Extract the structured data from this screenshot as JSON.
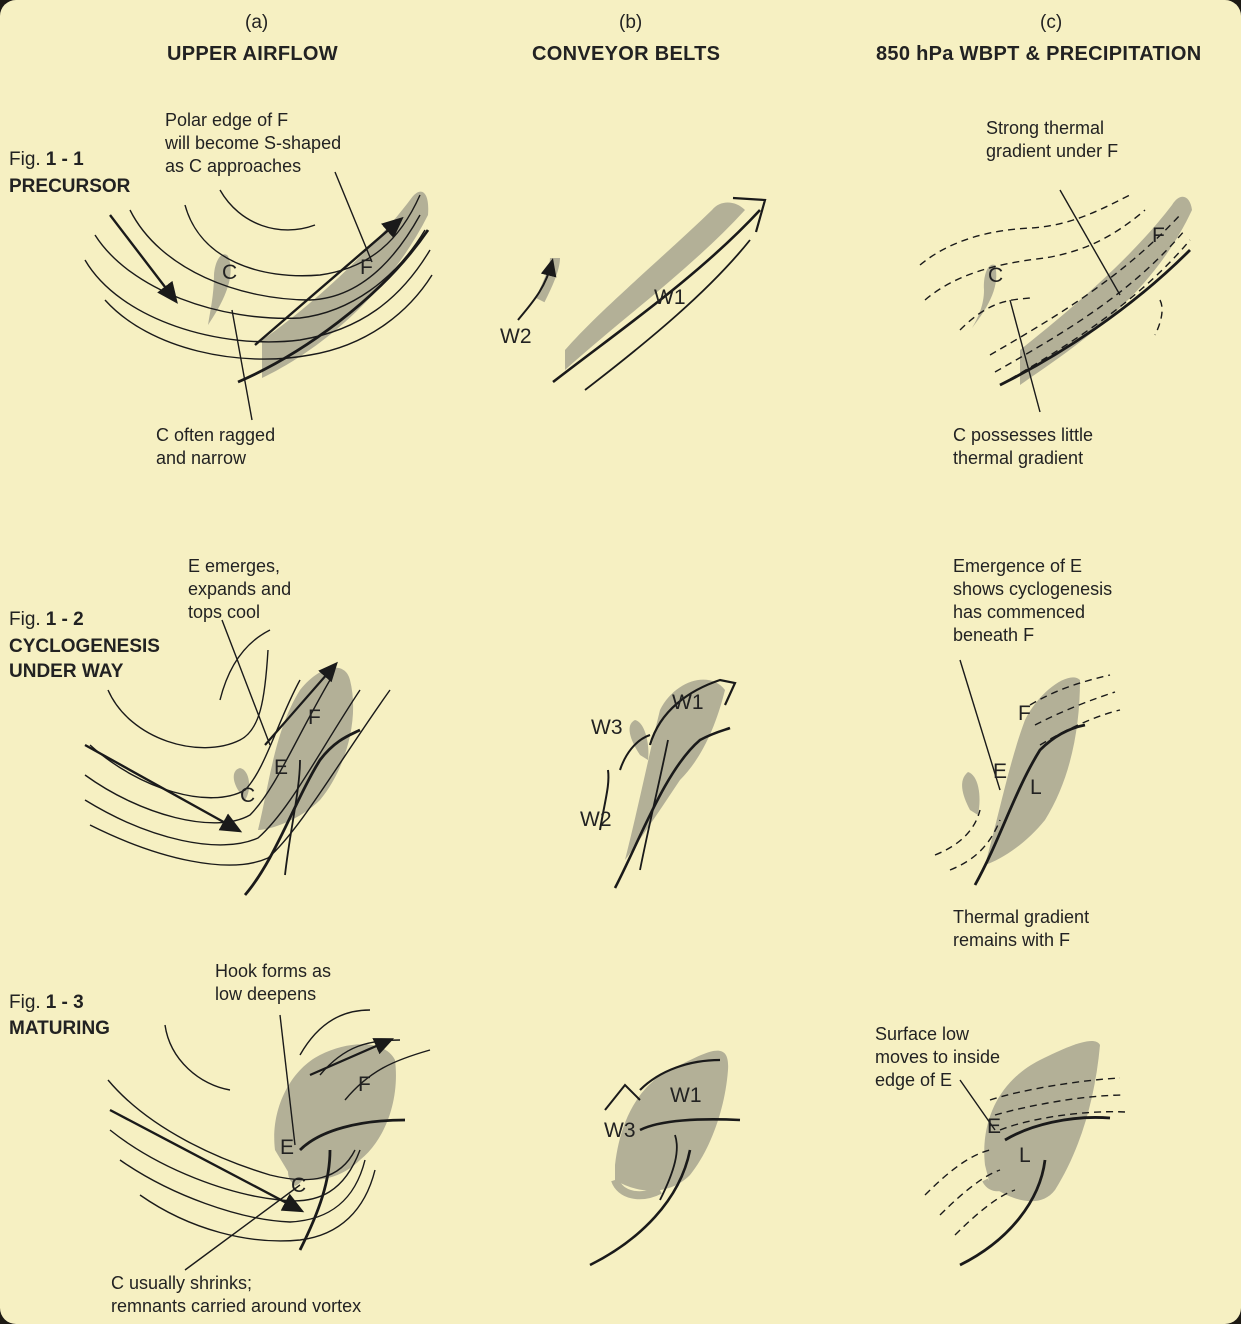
{
  "columns": [
    {
      "letter": "(a)",
      "title": "UPPER AIRFLOW"
    },
    {
      "letter": "(b)",
      "title": "CONVEYOR BELTS"
    },
    {
      "letter": "(c)",
      "title": "850 hPa WBPT & PRECIPITATION"
    }
  ],
  "rows": [
    {
      "fig_prefix": "Fig.",
      "fig_number": "1 - 1",
      "stage": "PRECURSOR",
      "notes": {
        "a_top": "Polar edge of F\nwill become S-shaped\nas C approaches",
        "a_bottom": "C often ragged\nand narrow",
        "c_top": "Strong thermal\ngradient under F",
        "c_bottom": "C possesses little\nthermal gradient"
      }
    },
    {
      "fig_prefix": "Fig.",
      "fig_number": "1 - 2",
      "stage": "CYCLOGENESIS\nUNDER WAY",
      "notes": {
        "a_top": "E emerges,\nexpands and\ntops cool",
        "c_top": "Emergence of E\nshows cyclogenesis\nhas commenced\nbeneath F",
        "c_bottom": "Thermal gradient\nremains with F"
      }
    },
    {
      "fig_prefix": "Fig.",
      "fig_number": "1 - 3",
      "stage": "MATURING",
      "notes": {
        "a_top": "Hook forms as\nlow deepens",
        "a_bottom": "C usually shrinks;\nremnants carried around vortex",
        "c_top": "Surface low\nmoves to inside\nedge of E"
      }
    }
  ],
  "labels": {
    "cloud_f": "F",
    "cloud_c": "C",
    "cloud_e": "E",
    "low": "L",
    "belt_w1": "W1",
    "belt_w2": "W2",
    "belt_w3": "W3"
  },
  "colors": {
    "background": "#f6f0c2",
    "cloud_fill": "#b3b097",
    "ink": "#1a1a1a"
  }
}
